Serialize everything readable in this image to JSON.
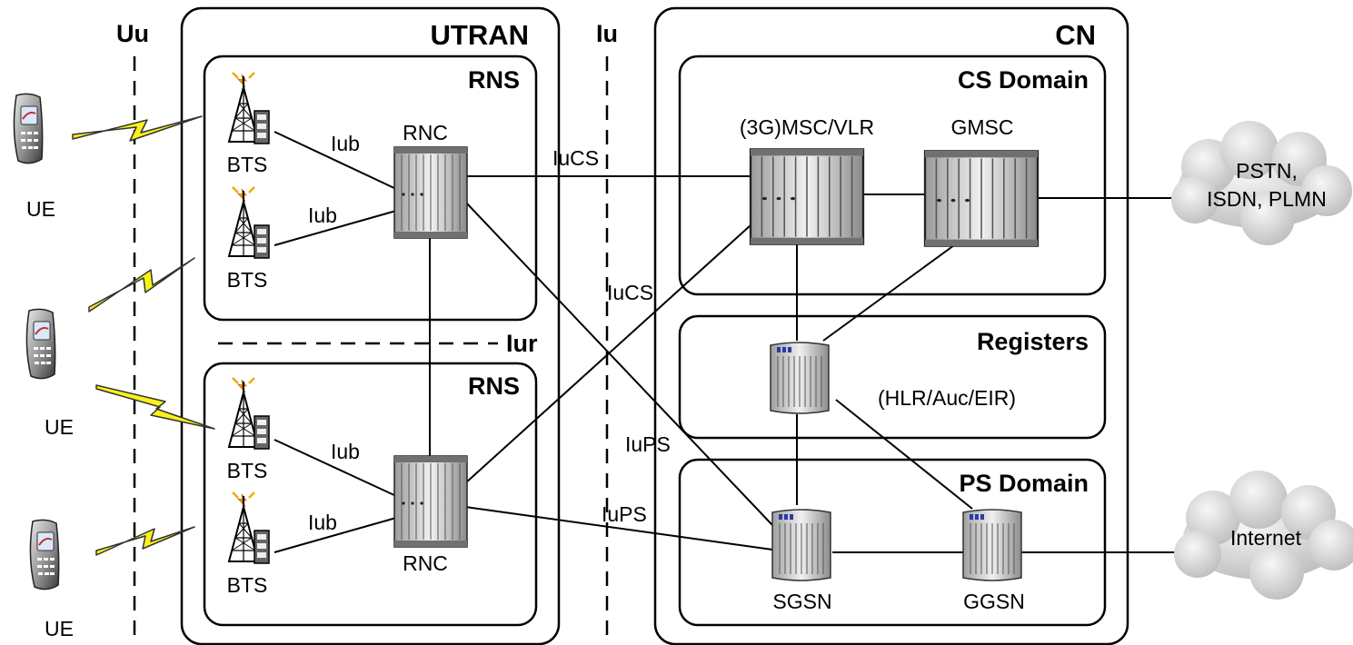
{
  "interfaces": {
    "uu": "Uu",
    "iu": "Iu",
    "iur": "Iur"
  },
  "utran": {
    "title": "UTRAN",
    "rns_label": "RNS",
    "rnc_label": "RNC",
    "bts_label": "BTS",
    "iub_label": "Iub"
  },
  "ue_label": "UE",
  "links": {
    "iucs": "IuCS",
    "iups": "IuPS"
  },
  "cn": {
    "title": "CN",
    "cs_domain": {
      "title": "CS Domain",
      "msc": "(3G)MSC/VLR",
      "gmsc": "GMSC"
    },
    "registers": {
      "title": "Registers",
      "hlr": "(HLR/Auc/EIR)"
    },
    "ps_domain": {
      "title": "PS Domain",
      "sgsn": "SGSN",
      "ggsn": "GGSN"
    }
  },
  "external": {
    "pstn_line1": "PSTN,",
    "pstn_line2": "ISDN, PLMN",
    "internet": "Internet"
  },
  "colors": {
    "lightning": "#f7f21a",
    "antenna": "#f5a800",
    "cloud": "#d8d8d8",
    "equipment": "#cccccc"
  }
}
